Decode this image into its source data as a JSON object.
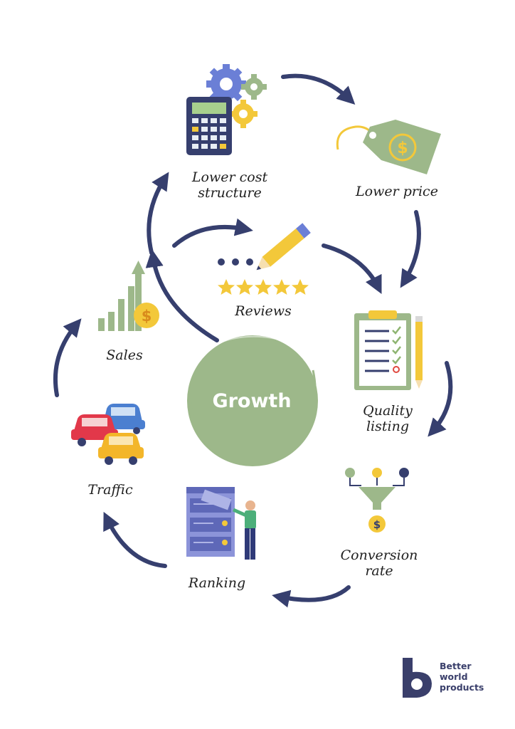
{
  "center": {
    "label": "Growth"
  },
  "nodes": {
    "lower_cost": {
      "line1": "Lower cost",
      "line2": "structure",
      "icon": "calculator-gears-icon"
    },
    "lower_price": {
      "label": "Lower price",
      "icon": "price-tag-icon"
    },
    "reviews": {
      "label": "Reviews",
      "icon": "pencil-stars-icon"
    },
    "quality_listing": {
      "line1": "Quality",
      "line2": "listing",
      "icon": "clipboard-checklist-icon"
    },
    "conversion_rate": {
      "line1": "Conversion",
      "line2": "rate",
      "icon": "funnel-dollar-icon"
    },
    "ranking": {
      "label": "Ranking",
      "icon": "ranking-board-icon"
    },
    "traffic": {
      "label": "Traffic",
      "icon": "cars-icon"
    },
    "sales": {
      "label": "Sales",
      "icon": "sales-chart-icon"
    }
  },
  "brand": {
    "line1": "Better",
    "line2": "world",
    "line3": "products",
    "icon": "b-logo-icon"
  },
  "colors": {
    "arrow": "#363f6e",
    "green": "#9db88a",
    "yellow": "#f3c83a",
    "blue": "#6b7fd6",
    "brand": "#3a3f6b"
  }
}
